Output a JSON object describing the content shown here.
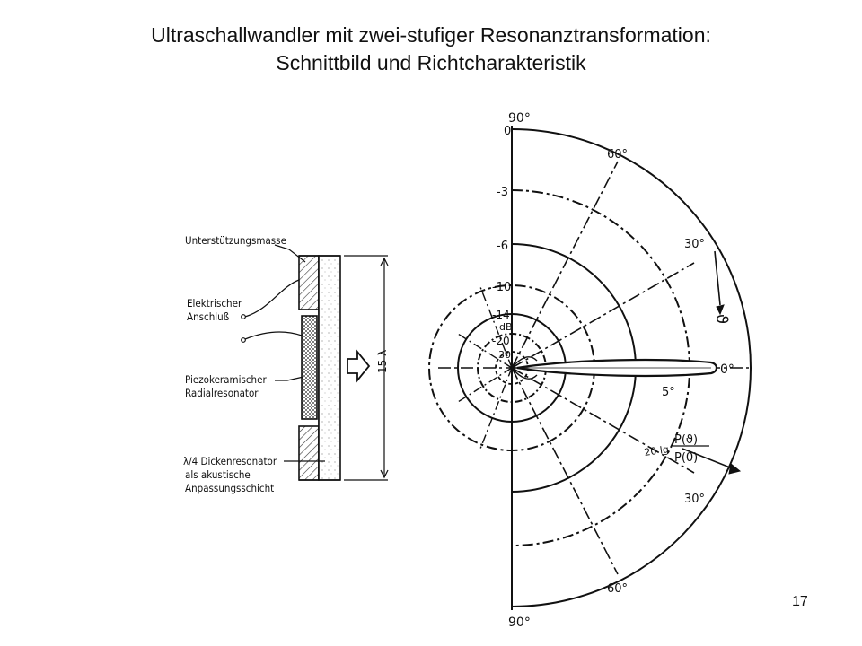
{
  "slide": {
    "title_line1": "Ultraschallwandler mit zwei-stufiger Resonanztransformation:",
    "title_line2": "Schnittbild und Richtcharakteristik",
    "page_number": "17"
  },
  "cross_section": {
    "labels": {
      "support_mass": "Unterstützungsmasse",
      "electric_line1": "Elektrischer",
      "electric_line2": "Anschluß",
      "piezo_line1": "Piezokeramischer",
      "piezo_line2": "Radialresonator",
      "quarter_line1": "λ/4 Dickenresonator",
      "quarter_line2": "als akustische",
      "quarter_line3": "Anpassungsschicht",
      "dimension": "15 λ"
    }
  },
  "polar_plot": {
    "angle_labels": {
      "top": "90°",
      "upper_60": "60°",
      "upper_30": "30°",
      "zero": "0°",
      "lower_30": "30°",
      "lower_60": "60°",
      "bottom": "90°",
      "beam_5": "5°",
      "theta": "ϑ"
    },
    "db_scale": {
      "values": [
        "0",
        "-3",
        "-6",
        "-10",
        "-14",
        "-20",
        "30"
      ],
      "unit": "dB"
    },
    "formula": {
      "prefix": "20 lg",
      "numerator": "P(ϑ)",
      "denominator": "P(0)"
    }
  }
}
